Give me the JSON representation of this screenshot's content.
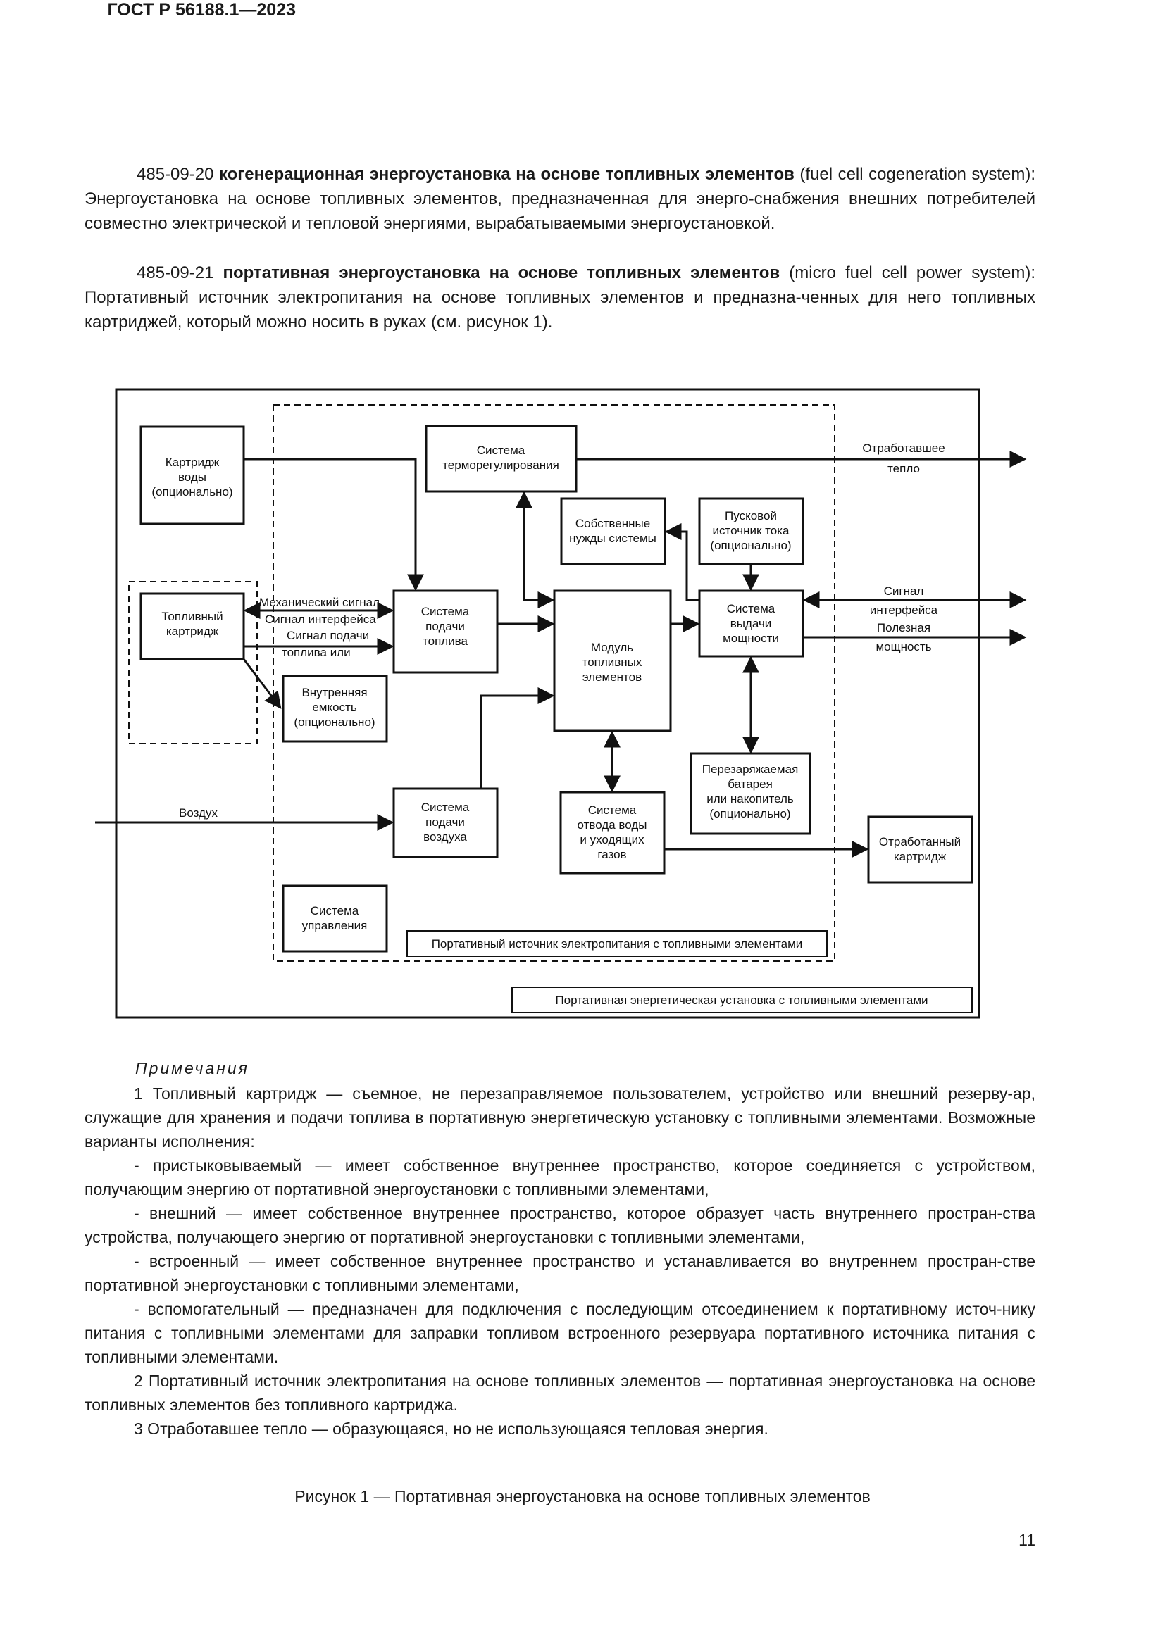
{
  "header": {
    "std_code": "ГОСТ Р 56188.1—2023"
  },
  "terms": [
    {
      "number": "485-09-20",
      "term": "когенерационная энергоустановка на основе топливных элементов",
      "definition": "(fuel cell cogeneration system): Энергоустановка на основе топливных элементов, предназначенная для энерго-снабжения внешних потребителей совместно электрической и тепловой энергиями, вырабатываемыми энергоустановкой."
    },
    {
      "number": "485-09-21",
      "term": "портативная энергоустановка на основе топливных элементов",
      "definition": "(micro fuel cell power system): Портативный источник электропитания на основе топливных элементов и предназна-ченных для него топливных картриджей, который можно носить в руках (см. рисунок 1)."
    }
  ],
  "figure": {
    "boxes": {
      "water_cartridge": [
        "Картридж",
        "воды",
        "(опционально)"
      ],
      "thermo": [
        "Система",
        "терморегулирования"
      ],
      "own_needs": [
        "Собственные",
        "нужды системы"
      ],
      "starter": [
        "Пусковой",
        "источник тока",
        "(опционально)"
      ],
      "fuel_cartridge": [
        "Топливный",
        "картридж"
      ],
      "fuel_supply": [
        "Система",
        "подачи",
        "топлива"
      ],
      "module": [
        "Модуль",
        "топливных",
        "элементов"
      ],
      "power_output": [
        "Система",
        "выдачи",
        "мощности"
      ],
      "inner_tank": [
        "Внутренняя",
        "емкость",
        "(опционально)"
      ],
      "battery": [
        "Перезаряжаемая",
        "батарея",
        "или накопитель",
        "(опционально)"
      ],
      "air_supply": [
        "Система",
        "подачи",
        "воздуха"
      ],
      "water_removal": [
        "Система",
        "отвода воды",
        "и уходящих",
        "газов"
      ],
      "spent_cartridge": [
        "Отработанный",
        "картридж"
      ],
      "control": [
        "Система",
        "управления"
      ]
    },
    "labels": {
      "waste_heat": [
        "Отработавшее",
        "тепло"
      ],
      "interface_signal": [
        "Сигнал",
        "интерфейса"
      ],
      "useful_power": [
        "Полезная",
        "мощность"
      ],
      "mech_signal": "Механический сигнал.",
      "interface_signal_left": "Сигнал интерфейса",
      "fuel_signal": [
        "Сигнал подачи",
        "топлива или"
      ],
      "air": "Воздух"
    },
    "inner_frame_label": "Портативный источник электропитания с топливными элементами",
    "outer_frame_label": "Портативная энергетическая установка с топливными элементами"
  },
  "notes": {
    "heading": "Примечания",
    "lines": [
      {
        "indent": true,
        "text": "1 Топливный картридж — съемное, не перезаправляемое пользователем, устройство или внешний резерву-ар, служащие для хранения и подачи топлива в портативную энергетическую установку с топливными элементами. Возможные варианты исполнения:"
      },
      {
        "indent": true,
        "text": "- пристыковываемый — имеет собственное внутреннее пространство, которое соединяется с устройством, получающим энергию от портативной энергоустановки с топливными элементами,"
      },
      {
        "indent": true,
        "text": "- внешний — имеет собственное внутреннее пространство, которое образует часть внутреннего простран-ства устройства, получающего энергию от портативной энергоустановки с топливными элементами,"
      },
      {
        "indent": true,
        "text": "- встроенный — имеет собственное внутреннее пространство и устанавливается во внутреннем простран-стве портативной энергоустановки с топливными элементами,"
      },
      {
        "indent": true,
        "text": "- вспомогательный — предназначен для подключения с последующим отсоединением к портативному источ-нику питания с топливными элементами для заправки топливом встроенного резервуара портативного источника питания с топливными элементами."
      },
      {
        "indent": true,
        "text": "2 Портативный источник электропитания на основе топливных элементов — портативная энергоустановка на основе топливных элементов без топливного картриджа."
      },
      {
        "indent": true,
        "text": "3 Отработавшее тепло — образующаяся, но не использующаяся тепловая энергия."
      }
    ]
  },
  "caption": "Рисунок 1 — Портативная энергоустановка на основе топливных элементов",
  "page_number": "11"
}
